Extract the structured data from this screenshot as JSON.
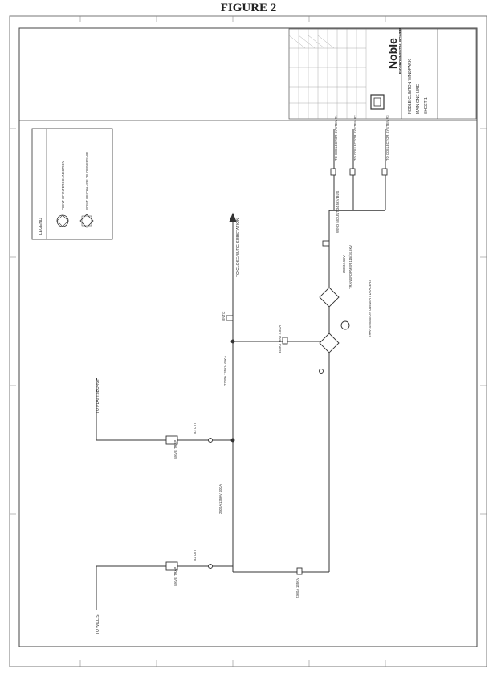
{
  "figure": {
    "title": "FIGURE 2"
  },
  "legend": {
    "heading": "LEGEND",
    "items": [
      {
        "symbol": "01",
        "text": "POINT OF INTERCONNECTION"
      },
      {
        "symbol": "CHANGE",
        "text": "POINT OF CHANGE OF OWNERSHIP"
      }
    ]
  },
  "feeders": {
    "to_plattsburgh": "TO PLATTSBURGH",
    "to_willis": "TO WILLIS",
    "to_substation": "TO CLOSE/BURG SUBSTATION",
    "tower_1": "WAVE TRAP",
    "tower_2": "WAVE TRAP",
    "collector_1": "TO COLLECTOR SYSTEM #1",
    "collector_2": "TO COLLECTOR SYSTEM #2",
    "collector_3": "TO COLLECTOR SYSTEM #3"
  },
  "annotations": {
    "transmission_owner": "TRANSMISSION OWNER / DEALERS",
    "mainline": "WIND MOUNT 34.5KV BUS",
    "transformer": "TRANSFORMER 115/34.5KV"
  },
  "title_block": {
    "company": "Noble",
    "company_sub": "ENVIRONMENTAL POWER",
    "project": "NOBLE CLINTON WINDPARK",
    "drawing": "MAIN ONE LINE",
    "sheet": "SHEET 1"
  },
  "colors": {
    "line": "#333333",
    "paper": "#ffffff"
  }
}
